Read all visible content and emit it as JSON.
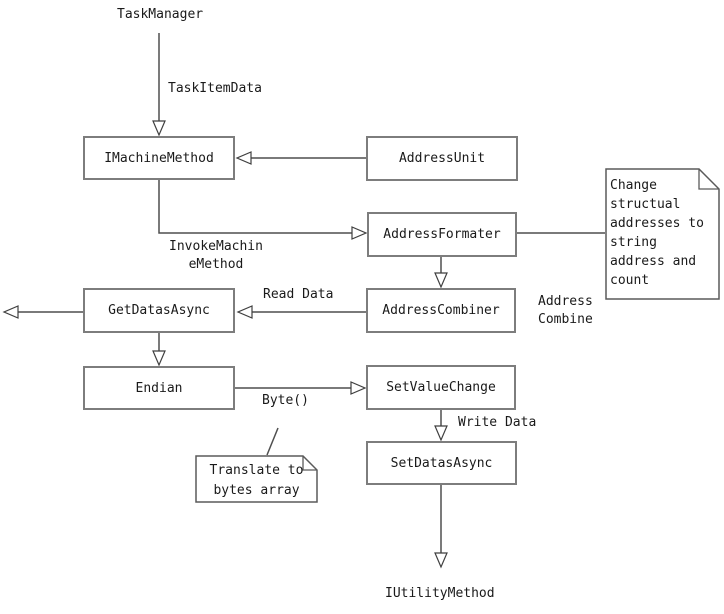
{
  "nodes": {
    "task_manager": {
      "label": "TaskManager"
    },
    "imachine_method": {
      "label": "IMachineMethod"
    },
    "address_unit": {
      "label": "AddressUnit"
    },
    "address_formater": {
      "label": "AddressFormater"
    },
    "address_combiner": {
      "label": "AddressCombiner"
    },
    "get_datas_async": {
      "label": "GetDatasAsync"
    },
    "endian": {
      "label": "Endian"
    },
    "set_value_change": {
      "label": "SetValueChange"
    },
    "set_datas_async": {
      "label": "SetDatasAsync"
    },
    "iutility_method": {
      "label": "IUtilityMethod"
    }
  },
  "edge_labels": {
    "task_item_data": "TaskItemData",
    "invoke_machine_method": "InvokeMachin\neMethod",
    "read_data": "Read Data",
    "address_combine": "Address\nCombine",
    "byte": "Byte()",
    "write_data": "Write Data"
  },
  "notes": {
    "change_structural": "Change\nstructual\naddresses to\nstring\naddress and\ncount",
    "translate_bytes": "Translate to\nbytes array"
  },
  "colors": {
    "background": "#ffffff",
    "box_border": "#7d7d7d",
    "connector": "#4f4f4f",
    "text": "#1a1a1a"
  }
}
